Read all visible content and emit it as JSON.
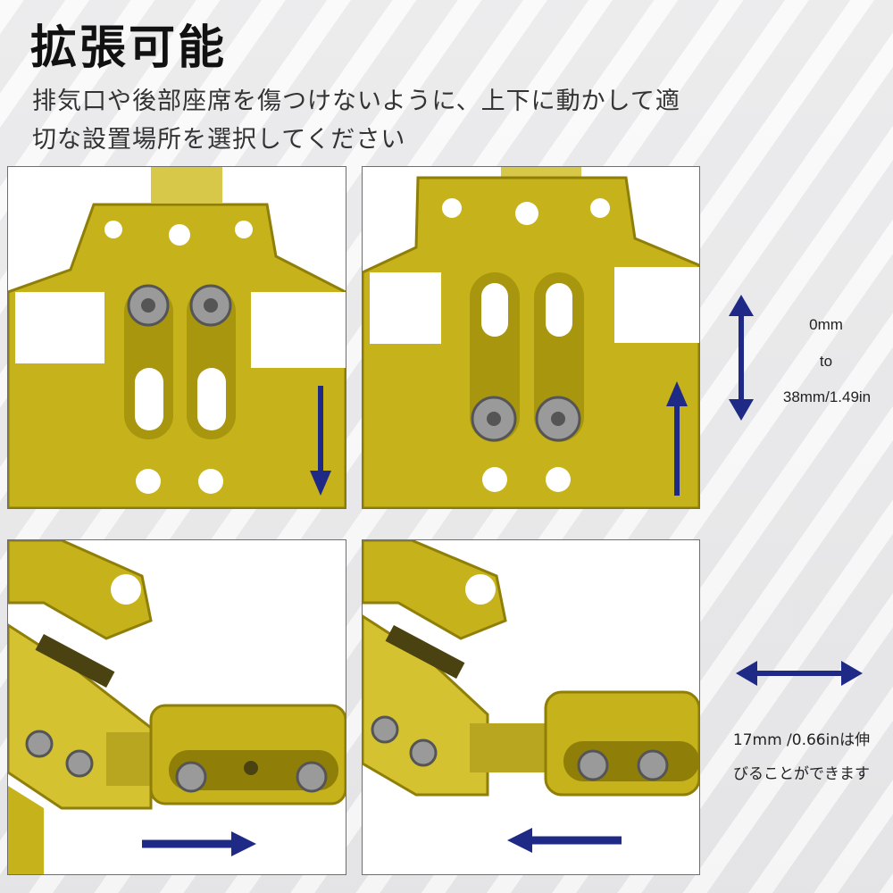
{
  "heading": {
    "title": "拡張可能",
    "subtitle": "排気口や後部座席を傷つけないように、上下に動かして適切な設置場所を選択してください"
  },
  "vertical_range": {
    "from": "0mm",
    "to_word": "to",
    "to": "38mm/1.49in"
  },
  "horizontal_range": {
    "line1": "17mm /0.66inは伸",
    "line2": "びることができます"
  },
  "colors": {
    "gold": "#c6b21a",
    "gold_dark": "#8f7e08",
    "arrow": "#1f2a86"
  }
}
